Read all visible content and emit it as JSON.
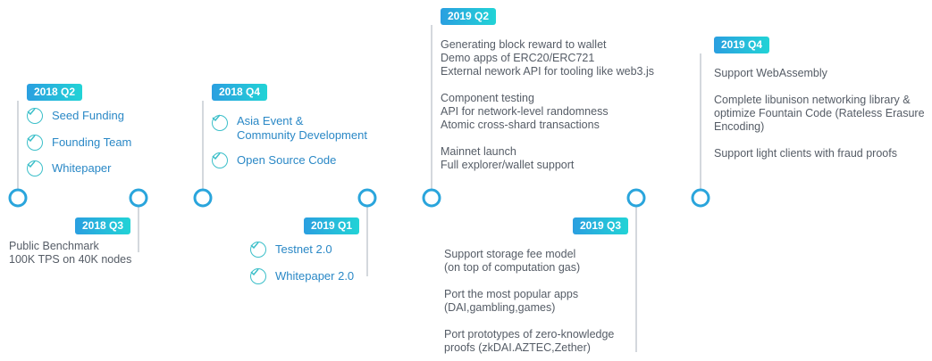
{
  "milestones": {
    "q2_2018": {
      "label": "2018 Q2",
      "items": [
        "Seed Funding",
        "Founding Team",
        "Whitepaper"
      ]
    },
    "q3_2018": {
      "label": "2018 Q3",
      "lines": [
        "Public Benchmark",
        "100K TPS on 40K nodes"
      ]
    },
    "q4_2018": {
      "label": "2018 Q4",
      "items": [
        "Asia Event &",
        "Community Development",
        "Open Source Code"
      ]
    },
    "q1_2019": {
      "label": "2019 Q1",
      "items": [
        "Testnet 2.0",
        "Whitepaper 2.0"
      ]
    },
    "q2_2019": {
      "label": "2019 Q2",
      "lines": [
        "Generating block reward to wallet",
        "Demo apps of ERC20/ERC721",
        "External nework API for tooling like web3.js",
        "Component testing",
        "API for network-level randomness",
        "Atomic cross-shard transactions",
        "Mainnet launch",
        "Full explorer/wallet support"
      ]
    },
    "q3_2019": {
      "label": "2019 Q3",
      "lines": [
        "Support storage fee model",
        "(on top of computation gas)",
        "Port the most popular apps",
        "(DAI,gambling,games)",
        "Port prototypes of zero-knowledge",
        "proofs (zkDAI.AZTEC,Zether)"
      ]
    },
    "q4_2019": {
      "label": "2019 Q4",
      "lines": [
        "Support WebAssembly",
        "Complete libunison networking library &",
        "optimize Fountain Code (Rateless Erasure",
        "Encoding)",
        "Support light clients with fraud proofs"
      ]
    }
  },
  "colors": {
    "line": "#3bbfc9",
    "node": "#2aa5dc",
    "badge_start": "#2a9fe0",
    "badge_end": "#22d3d6",
    "check": "#3bbfc9",
    "check_text": "#2a88c6",
    "body_text": "#555c66"
  },
  "icons": {
    "milestone_item": "check-circle-icon",
    "timeline_node": "ring-node-icon"
  }
}
